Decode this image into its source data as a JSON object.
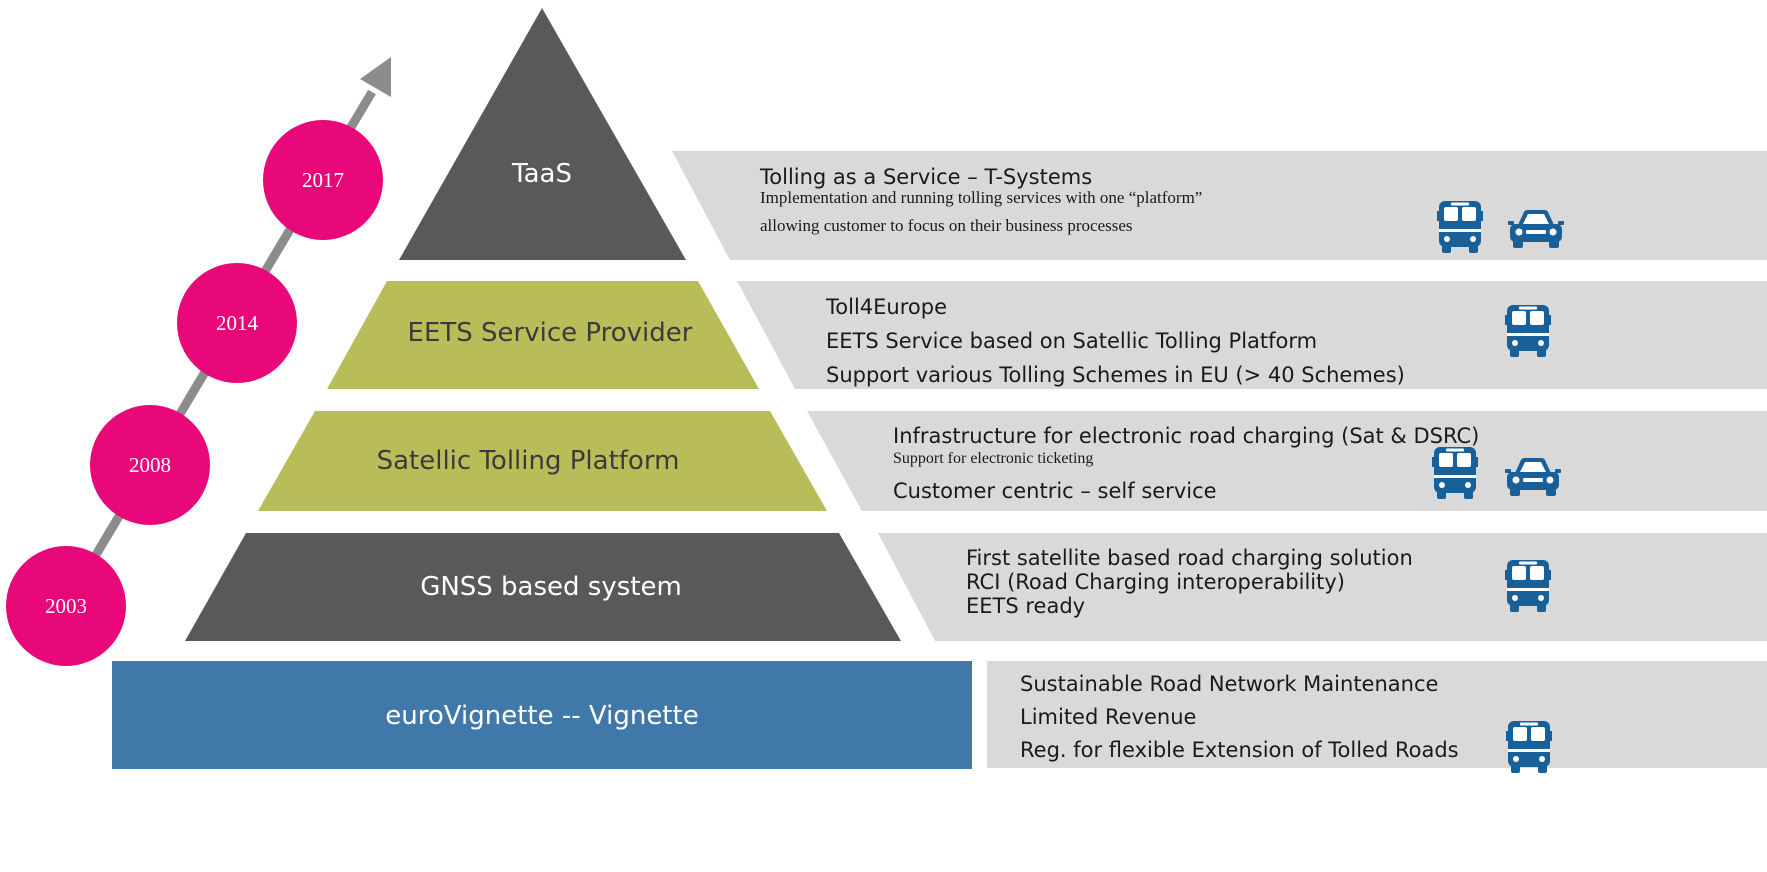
{
  "colors": {
    "dark_gray": "#595959",
    "olive": "#b8bd5a",
    "blue": "#4178aa",
    "panel_gray": "#d9d9d9",
    "magenta": "#e8087a",
    "arrow_gray": "#8c8c8c",
    "vehicle_blue": "#17609a"
  },
  "timeline": {
    "years": [
      "2003",
      "2008",
      "2014",
      "2017"
    ]
  },
  "tiers": [
    {
      "label": "TaaS",
      "lines": [
        {
          "text": "Tolling as a Service – T-Systems",
          "style": "sans"
        },
        {
          "text": "Implementation and running tolling services with one “platform”",
          "style": "serif"
        },
        {
          "text": "allowing customer  to focus on their business processes",
          "style": "serif"
        }
      ],
      "icons": [
        "bus-icon",
        "car-icon"
      ]
    },
    {
      "label": "EETS Service Provider",
      "lines": [
        {
          "text": "Toll4Europe",
          "style": "sans"
        },
        {
          "text": "EETS Service based on Satellic Tolling Platform",
          "style": "sans"
        },
        {
          "text": "Support various Tolling Schemes in EU (> 40 Schemes)",
          "style": "sans"
        }
      ],
      "icons": [
        "bus-icon"
      ]
    },
    {
      "label": "Satellic Tolling  Platform",
      "lines": [
        {
          "text": "Infrastructure for electronic road charging (Sat & DSRC)",
          "style": "sans"
        },
        {
          "text": "Support for electronic ticketing",
          "style": "serif"
        },
        {
          "text": "Customer centric – self service",
          "style": "sans"
        }
      ],
      "icons": [
        "bus-icon",
        "car-icon"
      ]
    },
    {
      "label": "GNSS based system",
      "lines": [
        {
          "text": "First  satellite based road charging solution",
          "style": "sans"
        },
        {
          "text": "RCI (Road Charging interoperability)",
          "style": "sans"
        },
        {
          "text": "EETS ready",
          "style": "sans"
        }
      ],
      "icons": [
        "bus-icon"
      ]
    },
    {
      "label": "euroVignette -- Vignette",
      "lines": [
        {
          "text": "Sustainable Road Network Maintenance",
          "style": "sans"
        },
        {
          "text": "Limited Revenue",
          "style": "sans"
        },
        {
          "text": "Reg. for flexible Extension of Tolled Roads",
          "style": "sans"
        }
      ],
      "icons": [
        "bus-icon"
      ]
    }
  ]
}
